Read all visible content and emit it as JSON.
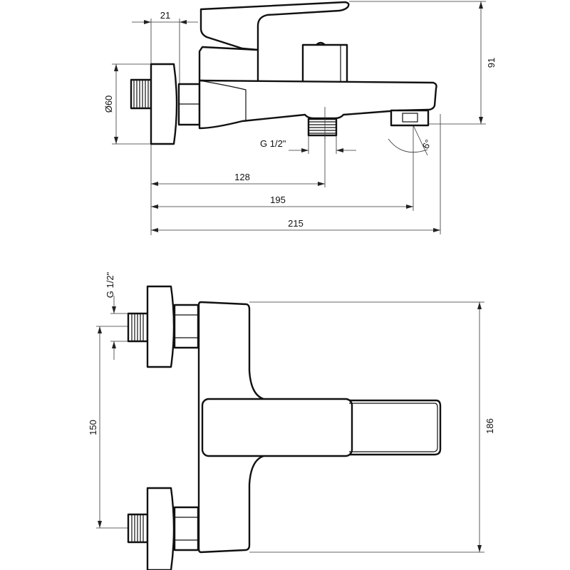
{
  "title": "Bath mixer technical drawing",
  "side_view": {
    "dims": {
      "flange_depth": "21",
      "flange_diameter": "Ø60",
      "height": "91",
      "outlet_thread": "G 1/2\"",
      "outlet_distance": "128",
      "spout_distance": "195",
      "total_length": "215",
      "spout_angle": "6°"
    }
  },
  "front_view": {
    "dims": {
      "inlet_thread": "G 1/2\"",
      "inlet_spacing": "150",
      "body_height": "186"
    }
  },
  "colors": {
    "line": "#111111",
    "background": "#ffffff"
  }
}
